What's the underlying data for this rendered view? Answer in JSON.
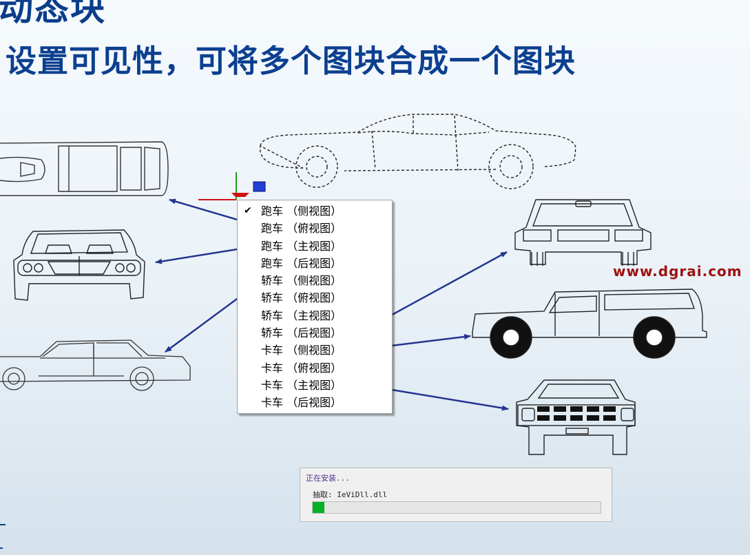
{
  "slide": {
    "title": "动态块",
    "subtitle": "设置可见性，可将多个图块合成一个图块"
  },
  "visibility_menu": {
    "items": [
      {
        "label": "跑车 （侧视图）",
        "checked": true
      },
      {
        "label": "跑车 （俯视图）",
        "checked": false
      },
      {
        "label": "跑车 （主视图）",
        "checked": false
      },
      {
        "label": "跑车 （后视图）",
        "checked": false
      },
      {
        "label": "轿车 （侧视图）",
        "checked": false
      },
      {
        "label": "轿车 （俯视图）",
        "checked": false
      },
      {
        "label": "轿车 （主视图）",
        "checked": false
      },
      {
        "label": "轿车 （后视图）",
        "checked": false
      },
      {
        "label": "卡车 （侧视图）",
        "checked": false
      },
      {
        "label": "卡车 （俯视图）",
        "checked": false
      },
      {
        "label": "卡车 （主视图）",
        "checked": false
      },
      {
        "label": "卡车 （后视图）",
        "checked": false
      }
    ],
    "check_mark": "✔"
  },
  "watermark": "www.dgrai.com",
  "install_dialog": {
    "title": "正在安装...",
    "file": "抽取: IeViDll.dll",
    "progress": 0.04
  },
  "colors": {
    "title": "#0b3d8a",
    "arrow": "#23348f",
    "watermark": "#a01010",
    "progress": "#06b025",
    "grip": "#1f3fd6"
  }
}
